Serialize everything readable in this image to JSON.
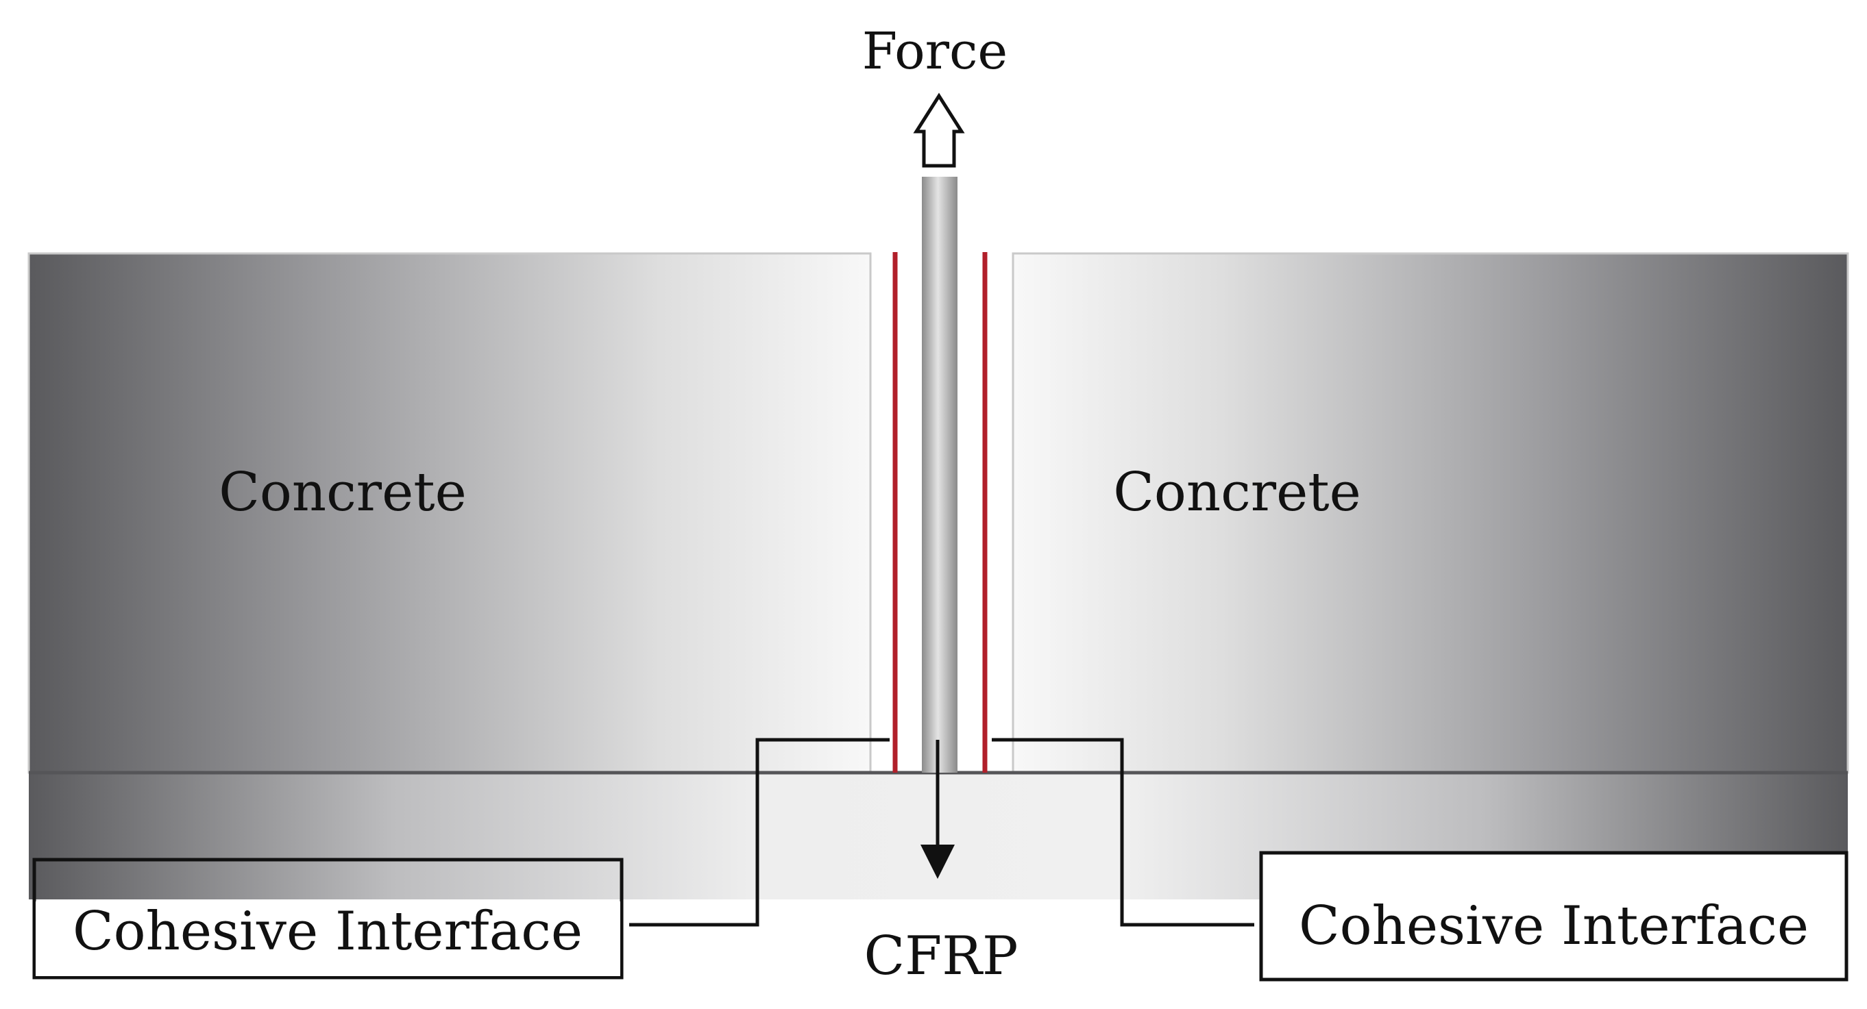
{
  "labels": {
    "force": "Force",
    "concrete_left": "Concrete",
    "concrete_right": "Concrete",
    "cfrp": "CFRP",
    "cohesive_left": "Cohesive Interface",
    "cohesive_right": "Cohesive Interface"
  },
  "colors": {
    "cohesive_layer": "#b11f2a",
    "outline": "#111111",
    "concrete_dark": "#5c5c5f",
    "concrete_light": "#f4f4f4"
  }
}
